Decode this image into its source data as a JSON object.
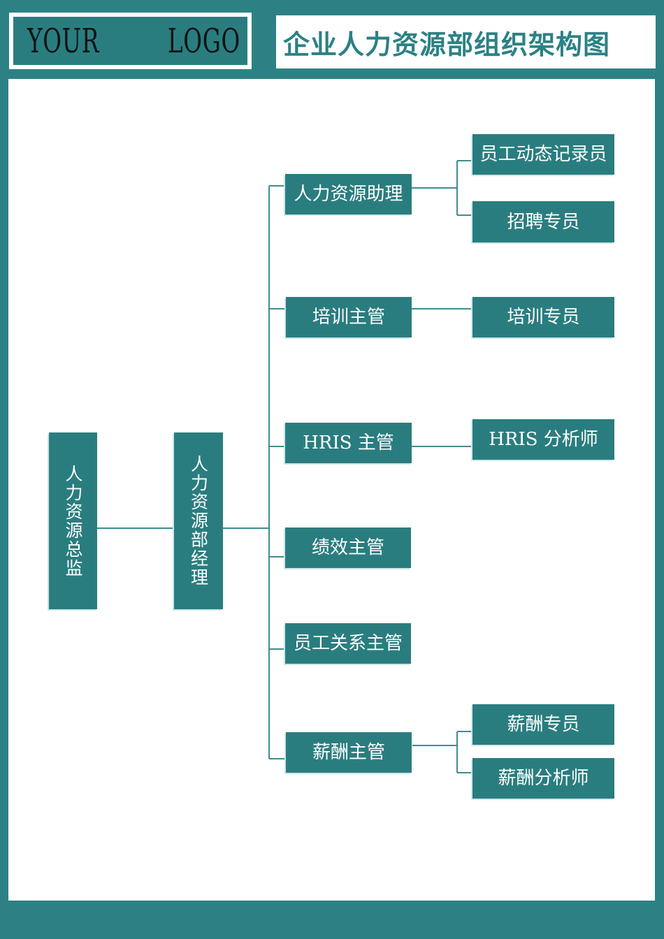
{
  "header": {
    "logo_your": "YOUR",
    "logo_logo": "LOGO",
    "title": "企业人力资源部组织架构图"
  },
  "colors": {
    "frame_teal": "#2d8184",
    "node_fill": "#2a7d7f",
    "node_text": "#ffffff",
    "connector_line": "#3f8d8f",
    "title_text": "#2b8184",
    "logo_text": "#101316",
    "node_highlight_edge": "#cde7e7",
    "background": "#ffffff"
  },
  "org_chart": {
    "title": "企业人力资源部组织架构图",
    "nodes": {
      "director": {
        "label": "人力资源总监"
      },
      "manager": {
        "label": "人力资源部经理"
      },
      "assistant": {
        "label": "人力资源助理"
      },
      "recorder": {
        "label": "员工动态记录员"
      },
      "recruiter": {
        "label": "招聘专员"
      },
      "training_supervisor": {
        "label": "培训主管"
      },
      "training_specialist": {
        "label": "培训专员"
      },
      "hris_supervisor": {
        "label": "HRIS 主管"
      },
      "hris_analyst": {
        "label": "HRIS 分析师"
      },
      "performance_supervisor": {
        "label": "绩效主管"
      },
      "employee_relations_supervisor": {
        "label": "员工关系主管"
      },
      "compensation_supervisor": {
        "label": "薪酬主管"
      },
      "compensation_specialist": {
        "label": "薪酬专员"
      },
      "compensation_analyst": {
        "label": "薪酬分析师"
      }
    },
    "hierarchy": {
      "director": [
        "manager"
      ],
      "manager": [
        "assistant",
        "training_supervisor",
        "hris_supervisor",
        "performance_supervisor",
        "employee_relations_supervisor",
        "compensation_supervisor"
      ],
      "assistant": [
        "recorder",
        "recruiter"
      ],
      "training_supervisor": [
        "training_specialist"
      ],
      "hris_supervisor": [
        "hris_analyst"
      ],
      "performance_supervisor": [],
      "employee_relations_supervisor": [],
      "compensation_supervisor": [
        "compensation_specialist",
        "compensation_analyst"
      ]
    }
  }
}
